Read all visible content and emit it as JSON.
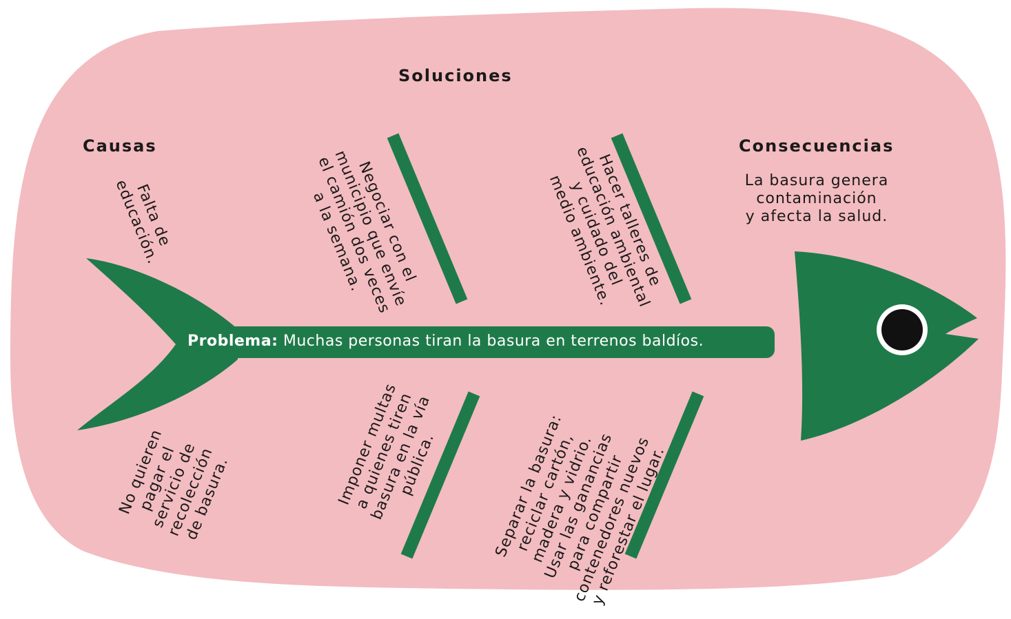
{
  "headings": {
    "causes": "Causas",
    "solutions": "Soluciones",
    "consequences": "Consecuencias"
  },
  "problem": {
    "label": "Problema:",
    "text": "Muchas personas tiran la basura en terrenos baldíos."
  },
  "causes": [
    "Falta de\neducación.",
    "No quieren\npagar el\nservicio de\nrecolección\nde basura."
  ],
  "solutions_top": [
    "Negociar con el\nmunicipio que envíe\nel camión dos veces\na la semana.",
    "Hacer talleres de\neducación ambiental\ny cuidado del\nmedio ambiente."
  ],
  "solutions_bottom": [
    "Imponer multas\na quienes tiren\nbasura en la vía\npública.",
    "Separar la basura:\nreciclar cartón,\nmadera y vidrio.\nUsar las ganancias\npara compartir\ncontenedores nuevos\ny reforestar el lugar."
  ],
  "consequences": [
    "La basura genera\ncontaminación\ny afecta la salud."
  ],
  "colors": {
    "background_blob": "#f3bcc0",
    "fish": "#1f7a4a",
    "eye": "#111111",
    "eye_ring": "#ffffff",
    "text": "#1a1a1a",
    "problem_text": "#ffffff"
  }
}
